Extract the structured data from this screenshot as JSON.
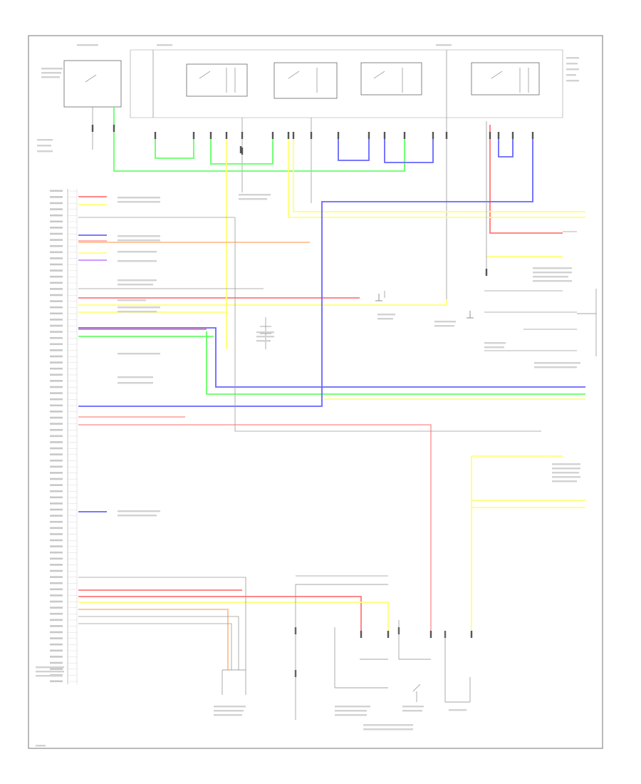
{
  "diagram": {
    "footer_code": "",
    "colors": {
      "background": "#ffffff",
      "frame": "#777777",
      "green": "#66ff66",
      "red": "#ff7777",
      "yellow": "#ffff77",
      "blue": "#6666ff",
      "pink": "#ffaaaa",
      "orange": "#ffc090",
      "purple": "#cc88ff",
      "gray": "#9a9a9a"
    },
    "wire_groups": [
      "green",
      "red",
      "yellow",
      "blue",
      "pink",
      "orange",
      "purple",
      "gray"
    ]
  }
}
